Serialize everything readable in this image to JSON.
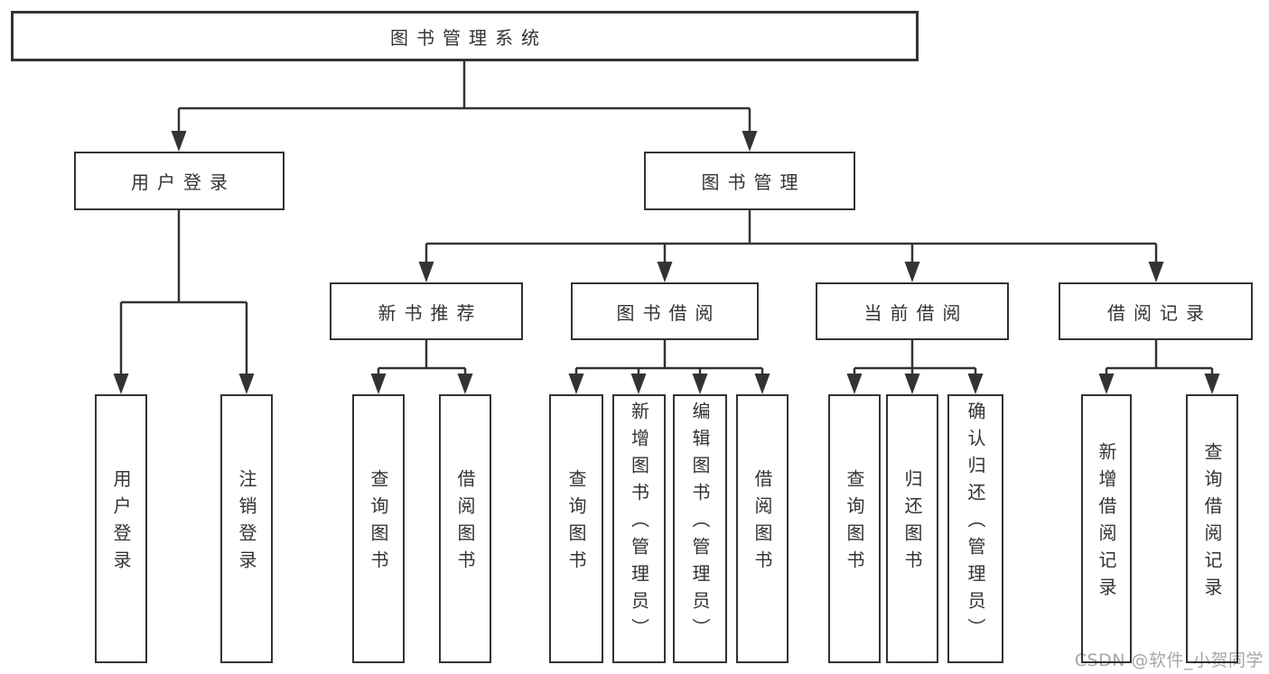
{
  "diagram": {
    "root": {
      "label": "图书管理系统"
    },
    "level2": [
      {
        "label": "用户登录"
      },
      {
        "label": "图书管理"
      }
    ],
    "level3": [
      {
        "label": "新书推荐"
      },
      {
        "label": "图书借阅"
      },
      {
        "label": "当前借阅"
      },
      {
        "label": "借阅记录"
      }
    ],
    "leaves": {
      "login_group": [
        {
          "label": "用户登录"
        },
        {
          "label": "注销登录"
        }
      ],
      "recommend_group": [
        {
          "label": "查询图书"
        },
        {
          "label": "借阅图书"
        }
      ],
      "borrow_group": [
        {
          "label": "查询图书"
        },
        {
          "label": "新增图书（管理员）"
        },
        {
          "label": "编辑图书（管理员）"
        },
        {
          "label": "借阅图书"
        }
      ],
      "current_group": [
        {
          "label": "查询图书"
        },
        {
          "label": "归还图书"
        },
        {
          "label": "确认归还（管理员）"
        }
      ],
      "record_group": [
        {
          "label": "新增借阅记录"
        },
        {
          "label": "查询借阅记录"
        }
      ]
    }
  },
  "watermark": {
    "text": "CSDN @软件_小贺同学"
  },
  "colors": {
    "line": "#333333",
    "border": "#333333",
    "text": "#333333",
    "background": "#ffffff",
    "watermark": "rgba(45,40,40,0.42)"
  }
}
